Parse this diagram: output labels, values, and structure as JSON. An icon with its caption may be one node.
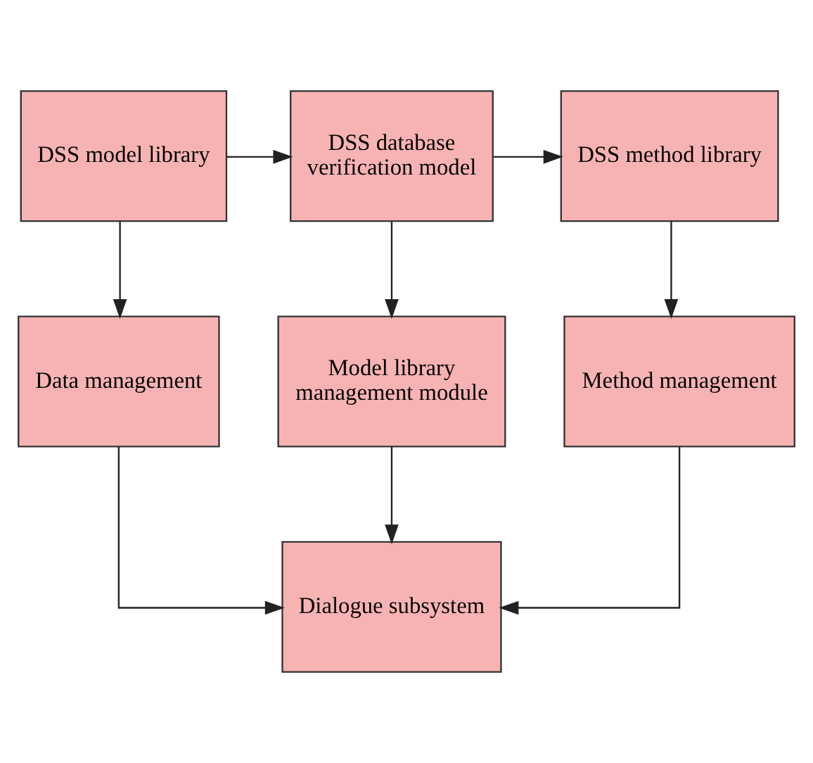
{
  "diagram": {
    "nodes": [
      {
        "text": [
          "DSS model library"
        ]
      },
      {
        "text": [
          "DSS database verification model"
        ]
      },
      {
        "text": [
          "DSS method library"
        ]
      },
      {
        "text": [
          "Data management"
        ]
      },
      {
        "text": [
          "Model library management module"
        ]
      },
      {
        "text": [
          "Method management"
        ]
      },
      {
        "text": [
          "Dialogue subsystem"
        ]
      }
    ],
    "edges": [
      {
        "from": 0,
        "to": 1,
        "arrow": "to"
      },
      {
        "from": 1,
        "to": 2,
        "arrow": "to"
      },
      {
        "from": 0,
        "to": 3,
        "arrow": "to"
      },
      {
        "from": 1,
        "to": 4,
        "arrow": "to"
      },
      {
        "from": 2,
        "to": 5,
        "arrow": "to"
      },
      {
        "from": 3,
        "to": 6,
        "arrow": "to"
      },
      {
        "from": 4,
        "to": 6,
        "arrow": "to"
      },
      {
        "from": 5,
        "to": 6,
        "arrow": "to"
      }
    ]
  }
}
